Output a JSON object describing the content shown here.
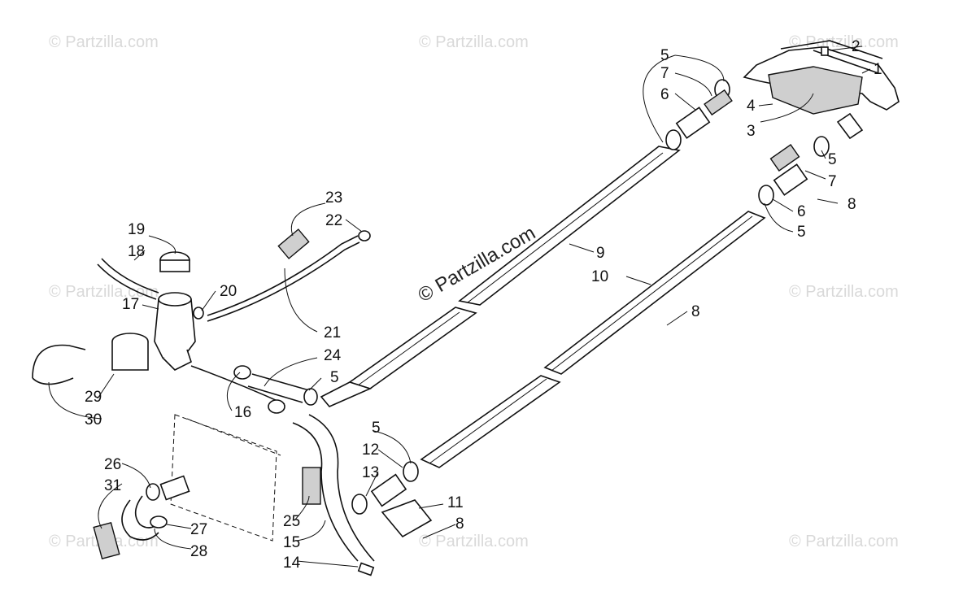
{
  "watermark": "© Partzilla.com",
  "brand_text": "© Partzilla.com",
  "labels": {
    "l1": "1",
    "l2": "2",
    "l3": "3",
    "l4": "4",
    "l5a": "5",
    "l5b": "5",
    "l5c": "5",
    "l5d": "5",
    "l5e": "5",
    "l6a": "6",
    "l6b": "6",
    "l7a": "7",
    "l7b": "7",
    "l8a": "8",
    "l8b": "8",
    "l8c": "8",
    "l9": "9",
    "l10": "10",
    "l11": "11",
    "l12": "12",
    "l13": "13",
    "l14": "14",
    "l15": "15",
    "l16": "16",
    "l17": "17",
    "l18": "18",
    "l19": "19",
    "l20": "20",
    "l21": "21",
    "l22": "22",
    "l23": "23",
    "l24": "24",
    "l25": "25",
    "l26": "26",
    "l27": "27",
    "l28": "28",
    "l29": "29",
    "l30": "30",
    "l31": "31"
  }
}
